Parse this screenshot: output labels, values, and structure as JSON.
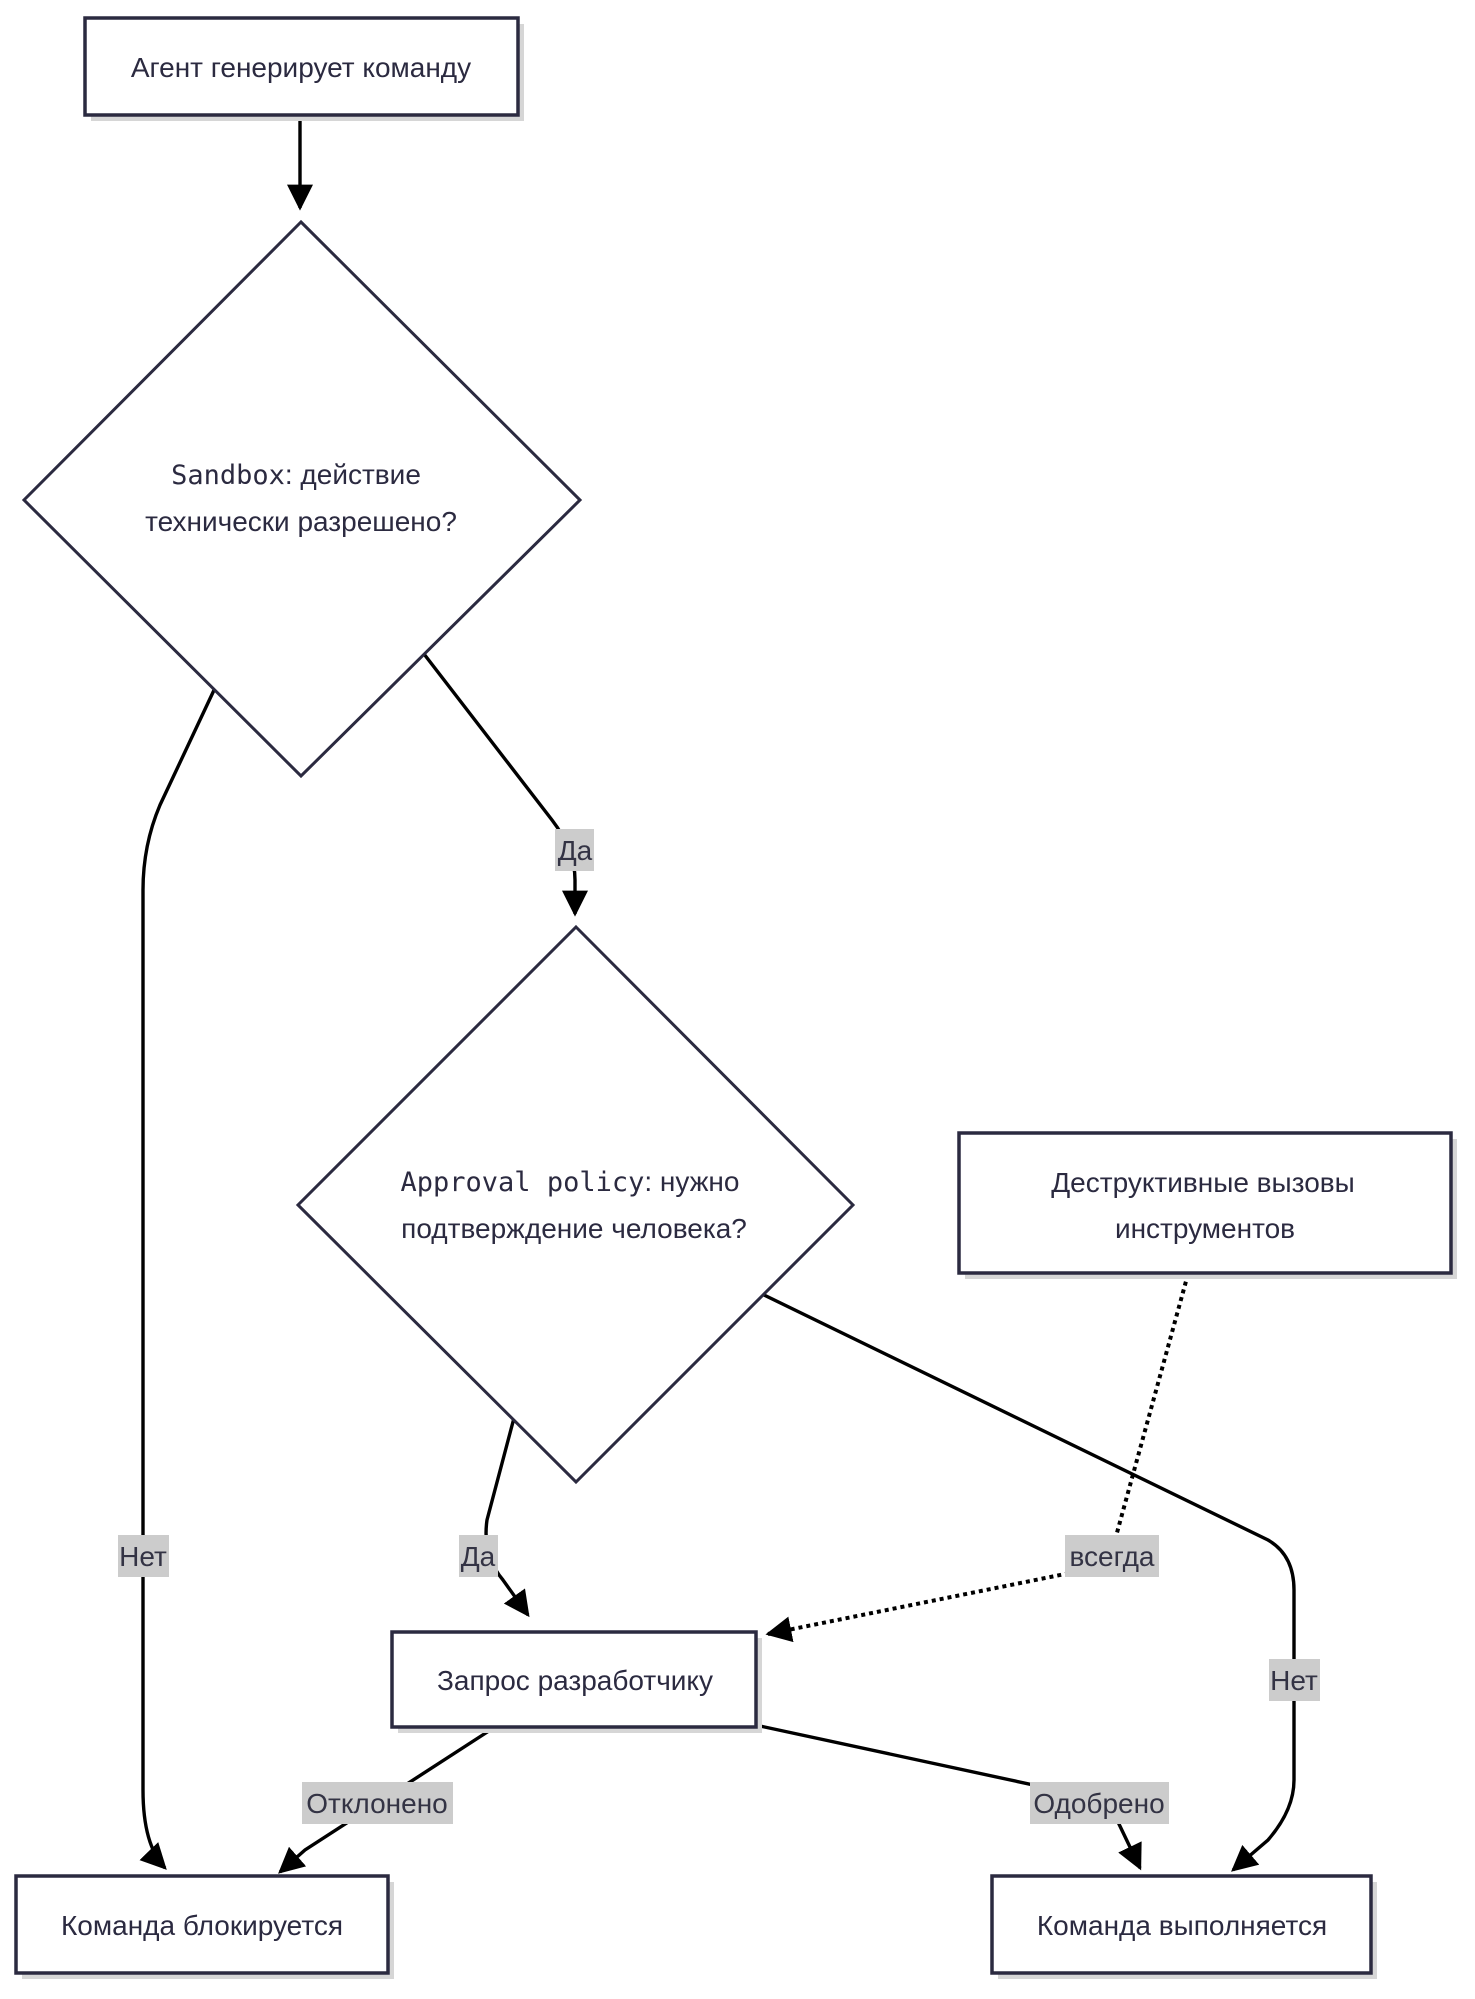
{
  "nodes": {
    "agent": "Агент генерирует команду",
    "sandbox": {
      "line1_prefix": "Sandbox",
      "line1_rest": ": действие",
      "line2": "технически разрешено?"
    },
    "approval": {
      "line1_prefix": "Approval policy",
      "line1_rest": ": нужно",
      "line2": "подтверждение человека?"
    },
    "destructive": {
      "line1": "Деструктивные вызовы",
      "line2": "инструментов"
    },
    "request": "Запрос разработчику",
    "blocked": "Команда блокируется",
    "executed": "Команда выполняется"
  },
  "edges": {
    "sandbox_yes": "Да",
    "sandbox_no": "Нет",
    "approval_yes": "Да",
    "approval_no": "Нет",
    "always": "всегда",
    "rejected": "Отклонено",
    "approved": "Одобрено"
  }
}
